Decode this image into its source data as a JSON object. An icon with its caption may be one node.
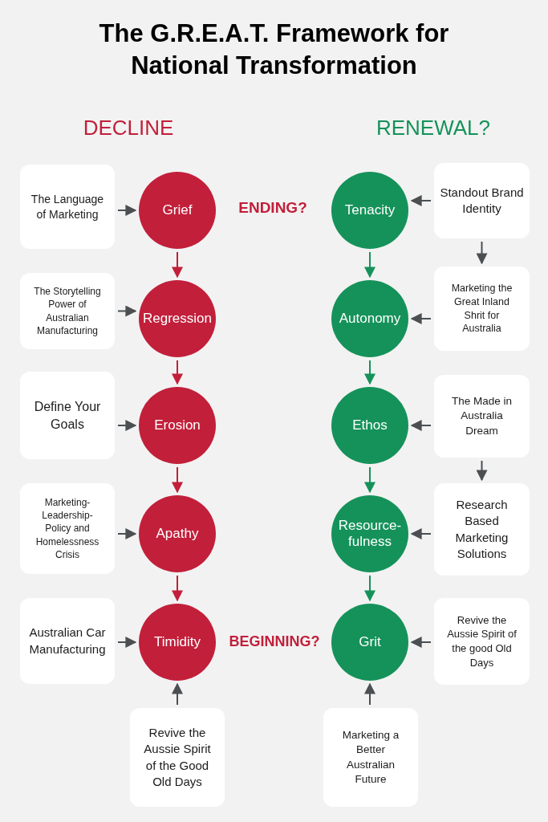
{
  "diagram": {
    "title": "The G.R.E.A.T. Framework for National Transformation",
    "nodes": [
      {
        "text": [
          "The Language of Marketing"
        ]
      },
      {
        "text": [
          "Grief"
        ]
      },
      {
        "text": [
          "Tenacity"
        ]
      },
      {
        "text": [
          "Standout Brand Identity"
        ]
      },
      {
        "text": [
          "The Storytelling Power of Australian Manufacturing"
        ]
      },
      {
        "text": [
          "Regression"
        ]
      },
      {
        "text": [
          "Autonomy"
        ]
      },
      {
        "text": [
          "Marketing the Great Inland Shrit for Australia"
        ]
      },
      {
        "text": [
          "Define Your Goals"
        ]
      },
      {
        "text": [
          "Erosion"
        ]
      },
      {
        "text": [
          "Ethos"
        ]
      },
      {
        "text": [
          "The Made in Australia Dream"
        ]
      },
      {
        "text": [
          "Marketing-Leadership-Policy and Homelessness Crisis"
        ]
      },
      {
        "text": [
          "Apathy"
        ]
      },
      {
        "text": [
          "Resource-fulness"
        ]
      },
      {
        "text": [
          "Research Based Marketing Solutions"
        ]
      },
      {
        "text": [
          "Australian Car Manufacturing"
        ]
      },
      {
        "text": [
          "Timidity"
        ]
      },
      {
        "text": [
          "Grit"
        ]
      },
      {
        "text": [
          "Revive the Aussie Spirit of the good Old Days"
        ]
      },
      {
        "text": [
          "Revive the Aussie Spirit of the Good Old Days"
        ]
      },
      {
        "text": [
          "Marketing a Better Australian Future"
        ]
      }
    ],
    "edges": [
      {
        "from": 0,
        "to": 1,
        "arrow": "to"
      },
      {
        "from": 4,
        "to": 5,
        "arrow": "to"
      },
      {
        "from": 8,
        "to": 9,
        "arrow": "to"
      },
      {
        "from": 12,
        "to": 13,
        "arrow": "to"
      },
      {
        "from": 16,
        "to": 17,
        "arrow": "to"
      },
      {
        "from": 20,
        "to": 17,
        "arrow": "to"
      },
      {
        "from": 1,
        "to": 5,
        "arrow": "to",
        "color": "#c21f3a"
      },
      {
        "from": 5,
        "to": 9,
        "arrow": "to",
        "color": "#c21f3a"
      },
      {
        "from": 9,
        "to": 13,
        "arrow": "to",
        "color": "#c21f3a"
      },
      {
        "from": 13,
        "to": 17,
        "arrow": "to",
        "color": "#c21f3a"
      },
      {
        "from": 3,
        "to": 2,
        "arrow": "to"
      },
      {
        "from": 7,
        "to": 6,
        "arrow": "to"
      },
      {
        "from": 11,
        "to": 10,
        "arrow": "to"
      },
      {
        "from": 15,
        "to": 14,
        "arrow": "to"
      },
      {
        "from": 19,
        "to": 18,
        "arrow": "to"
      },
      {
        "from": 21,
        "to": 18,
        "arrow": "to"
      },
      {
        "from": 2,
        "to": 6,
        "arrow": "to",
        "color": "#15925a"
      },
      {
        "from": 6,
        "to": 10,
        "arrow": "to",
        "color": "#15925a"
      },
      {
        "from": 10,
        "to": 14,
        "arrow": "to",
        "color": "#15925a"
      },
      {
        "from": 14,
        "to": 18,
        "arrow": "to",
        "color": "#15925a"
      },
      {
        "from": 3,
        "to": 7,
        "arrow": "to"
      },
      {
        "from": 11,
        "to": 15,
        "arrow": "to"
      }
    ],
    "labels": [
      "DECLINE",
      "RENEWAL?",
      "ENDING?",
      "BEGINNING?"
    ]
  }
}
